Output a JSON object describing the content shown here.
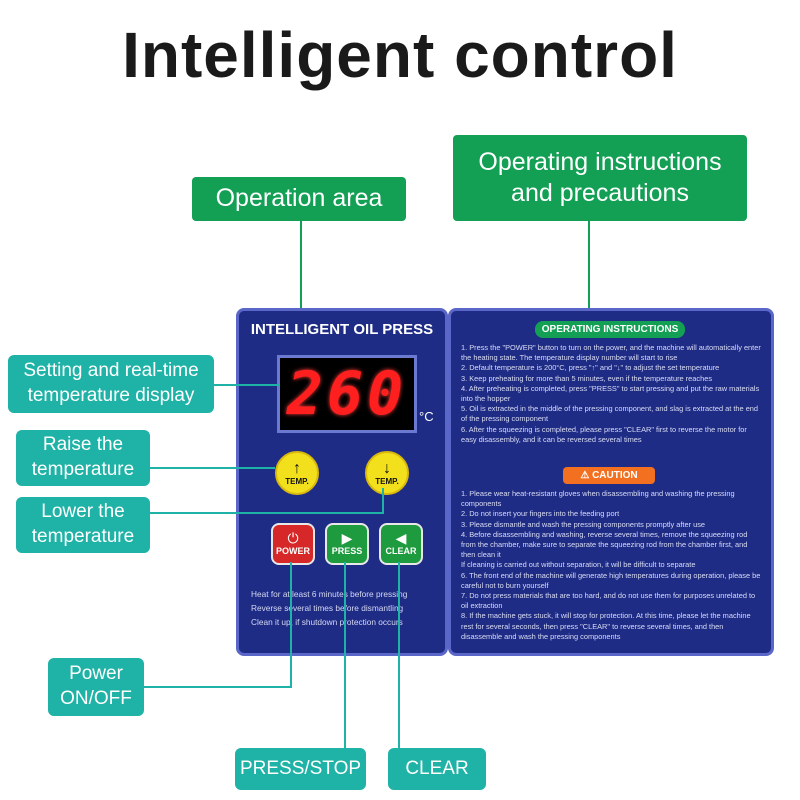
{
  "title": "Intelligent control",
  "labels": {
    "operation_area": "Operation area",
    "instructions_line1": "Operating instructions",
    "instructions_line2": "and precautions",
    "display_line1": "Setting and real-time",
    "display_line2": "temperature display",
    "raise_line1": "Raise the",
    "raise_line2": "temperature",
    "lower_line1": "Lower the",
    "lower_line2": "temperature",
    "power_line1": "Power",
    "power_line2": "ON/OFF",
    "press_stop": "PRESS/STOP",
    "clear": "CLEAR"
  },
  "panel": {
    "title": "INTELLIGENT OIL PRESS",
    "display_value": "260",
    "unit": "°C",
    "temp_up": {
      "arrow": "↑",
      "label": "TEMP."
    },
    "temp_down": {
      "arrow": "↓",
      "label": "TEMP."
    },
    "power_button": {
      "icon": "⏻",
      "label": "POWER"
    },
    "press_button": {
      "icon": "▶",
      "label": "PRESS"
    },
    "clear_button": {
      "icon": "◀",
      "label": "CLEAR"
    },
    "notes": [
      "Heat for at least 6 minutes before pressing",
      "Reverse several times before dismantling",
      "Clean it up, if shutdown protection occurs"
    ]
  },
  "instructions": {
    "header": "OPERATING INSTRUCTIONS",
    "items": [
      "1. Press the \"POWER\" button to turn on the power, and the machine will automatically enter the heating state. The temperature display number will start to rise",
      "2. Default temperature is 200°C, press \"↑\" and \"↓\" to adjust the set temperature",
      "3. Keep preheating for more than 5 minutes, even if the temperature reaches",
      "4. After preheating is completed, press \"PRESS\" to start pressing and put the raw materials into the hopper",
      "5. Oil is extracted in the middle of the pressing component, and slag is extracted at the end of the pressing component",
      "6. After the squeezing is completed, please press \"CLEAR\" first to reverse the motor for easy disassembly, and it can be reversed several times"
    ],
    "caution_header": "⚠ CAUTION",
    "caution_items": [
      "1. Please wear heat-resistant gloves when disassembling and washing the pressing components",
      "2. Do not insert your fingers into the feeding port",
      "3. Please dismantle and wash the pressing components promptly after use",
      "4. Before disassembling and washing, reverse several times, remove the squeezing rod from the chamber, make sure to separate the squeezing rod from the chamber first, and then clean it",
      "If cleaning is carried out without separation, it will be difficult to separate",
      "6. The front end of the machine will generate high temperatures during operation, please be careful not to burn yourself",
      "7. Do not press materials that are too hard, and do not use them for purposes unrelated to oil extraction",
      "8. If the machine gets stuck, it will stop for protection. At this time, please let the machine rest for several seconds, then press \"CLEAR\" to reverse several times, and then disassemble and wash the pressing components"
    ]
  },
  "colors": {
    "green_label": "#13a055",
    "teal_label": "#1fb2a6",
    "panel_blue": "#1f2c86",
    "display_red": "#ff1f1f",
    "button_yellow": "#f3e01c",
    "power_red": "#d62828",
    "press_green": "#1e9b3e",
    "caution_orange": "#f37021"
  }
}
